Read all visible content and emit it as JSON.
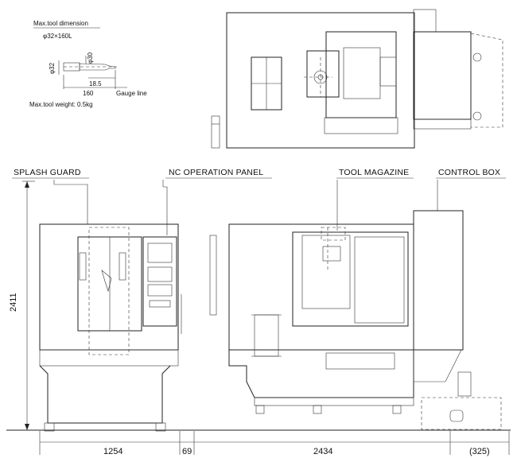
{
  "tool_spec": {
    "title": "Max.tool dimension",
    "dimension": "φ32×160L",
    "shank_dia": "φ32",
    "holder_dia": "φ30",
    "length_a": "18.5",
    "length_b": "160",
    "gauge_line": "Gauge line",
    "weight": "Max.tool weight: 0.5kg"
  },
  "labels": {
    "splash_guard": "SPLASH GUARD",
    "nc_panel": "NC OPERATION PANEL",
    "tool_magazine": "TOOL MAGAZINE",
    "control_box": "CONTROL BOX"
  },
  "dimensions": {
    "height": "2411",
    "front_width": "1254",
    "gap": "69",
    "side_width": "2434",
    "control_box_depth": "(325)"
  },
  "colors": {
    "line": "#222222",
    "background": "#ffffff"
  }
}
